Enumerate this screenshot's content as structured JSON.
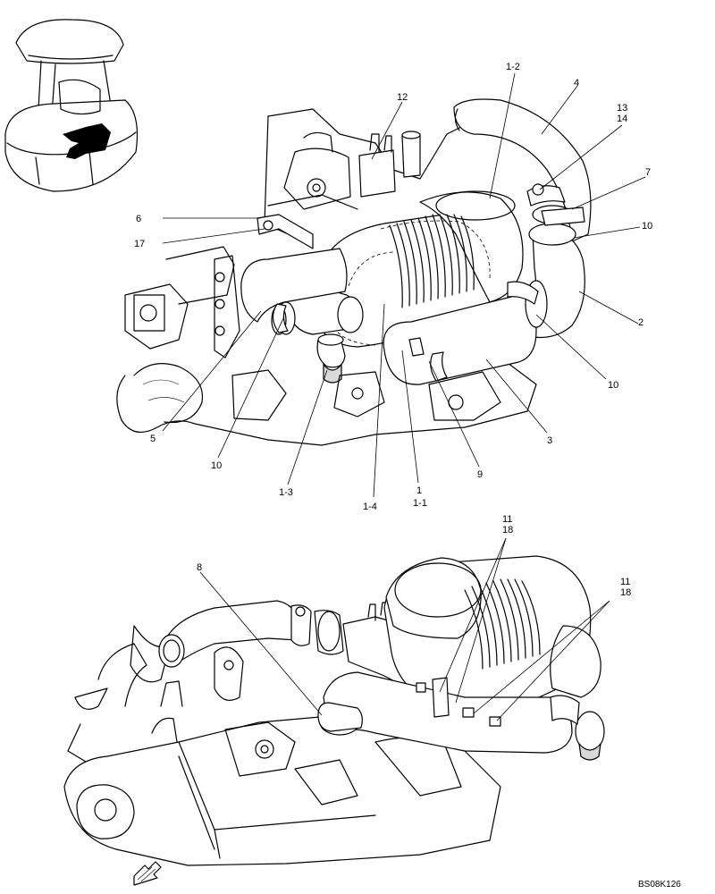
{
  "callouts": {
    "c1_2": "1-2",
    "c4": "4",
    "c12": "12",
    "c13": "13",
    "c14": "14",
    "c7": "7",
    "c6": "6",
    "c17": "17",
    "c10_right_top": "10",
    "c2": "2",
    "c10_right": "10",
    "c3": "3",
    "c5": "5",
    "c10_left": "10",
    "c9": "9",
    "c1_3": "1-3",
    "c1_4": "1-4",
    "c1": "1",
    "c1_1": "1-1",
    "c11_a": "11",
    "c18_a": "18",
    "c11_b": "11",
    "c18_b": "18",
    "c8": "8"
  },
  "reference_code": "BS08K126",
  "icons": {
    "machine_locator": "excavator-thumbnail-icon",
    "front_direction": "direction-arrow-icon"
  }
}
